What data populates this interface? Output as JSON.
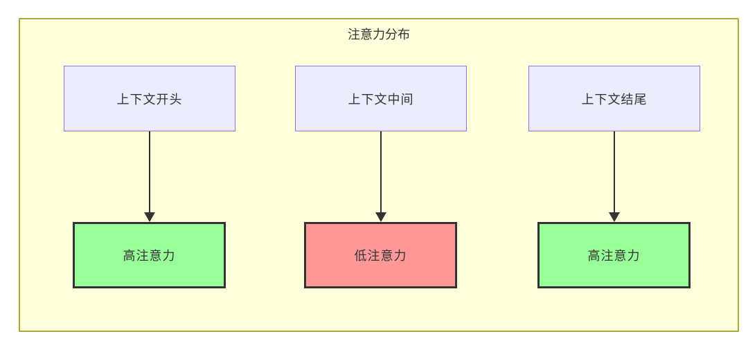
{
  "diagram": {
    "title": "注意力分布",
    "colors": {
      "container_bg": "#ffffde",
      "container_border": "#aaaa33",
      "context_node_bg": "#ececff",
      "context_node_border": "#9370db",
      "attention_node_border": "#333333",
      "arrow_color": "#333333",
      "text_color": "#333333",
      "high_attention_bg": "#99ff99",
      "low_attention_bg": "#ff9999"
    },
    "columns": [
      {
        "context_label": "上下文开头",
        "attention_label": "高注意力",
        "attention_bg": "#99ff99"
      },
      {
        "context_label": "上下文中间",
        "attention_label": "低注意力",
        "attention_bg": "#ff9999"
      },
      {
        "context_label": "上下文结尾",
        "attention_label": "高注意力",
        "attention_bg": "#99ff99"
      }
    ]
  }
}
